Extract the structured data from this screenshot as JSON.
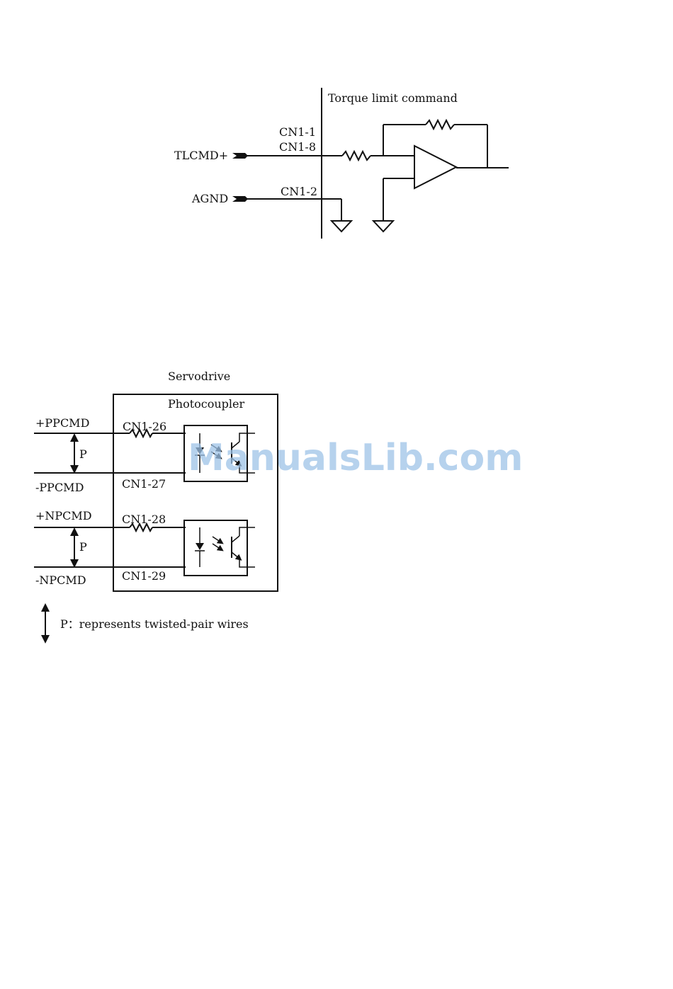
{
  "torque_circuit": {
    "title": "Torque limit command",
    "input_pos_label": "TLCMD+",
    "input_gnd_label": "AGND",
    "pin_cn1_1": "CN1-1",
    "pin_cn1_8": "CN1-8",
    "pin_cn1_2": "CN1-2"
  },
  "pulse_circuit": {
    "servodrive_label": "Servodrive",
    "photocoupler_label": "Photocoupler",
    "ppcmd_pos_label": "+PPCMD",
    "ppcmd_neg_label": "-PPCMD",
    "npcmd_pos_label": "+NPCMD",
    "npcmd_neg_label": "-NPCMD",
    "pin_cn1_26": "CN1-26",
    "pin_cn1_27": "CN1-27",
    "pin_cn1_28": "CN1-28",
    "pin_cn1_29": "CN1-29",
    "twisted_pair_marker_1": "P",
    "twisted_pair_marker_2": "P"
  },
  "legend": {
    "text": "P：represents twisted-pair wires"
  },
  "watermark": {
    "text": "ManualsLib.com",
    "color": "#9ec3e8"
  }
}
